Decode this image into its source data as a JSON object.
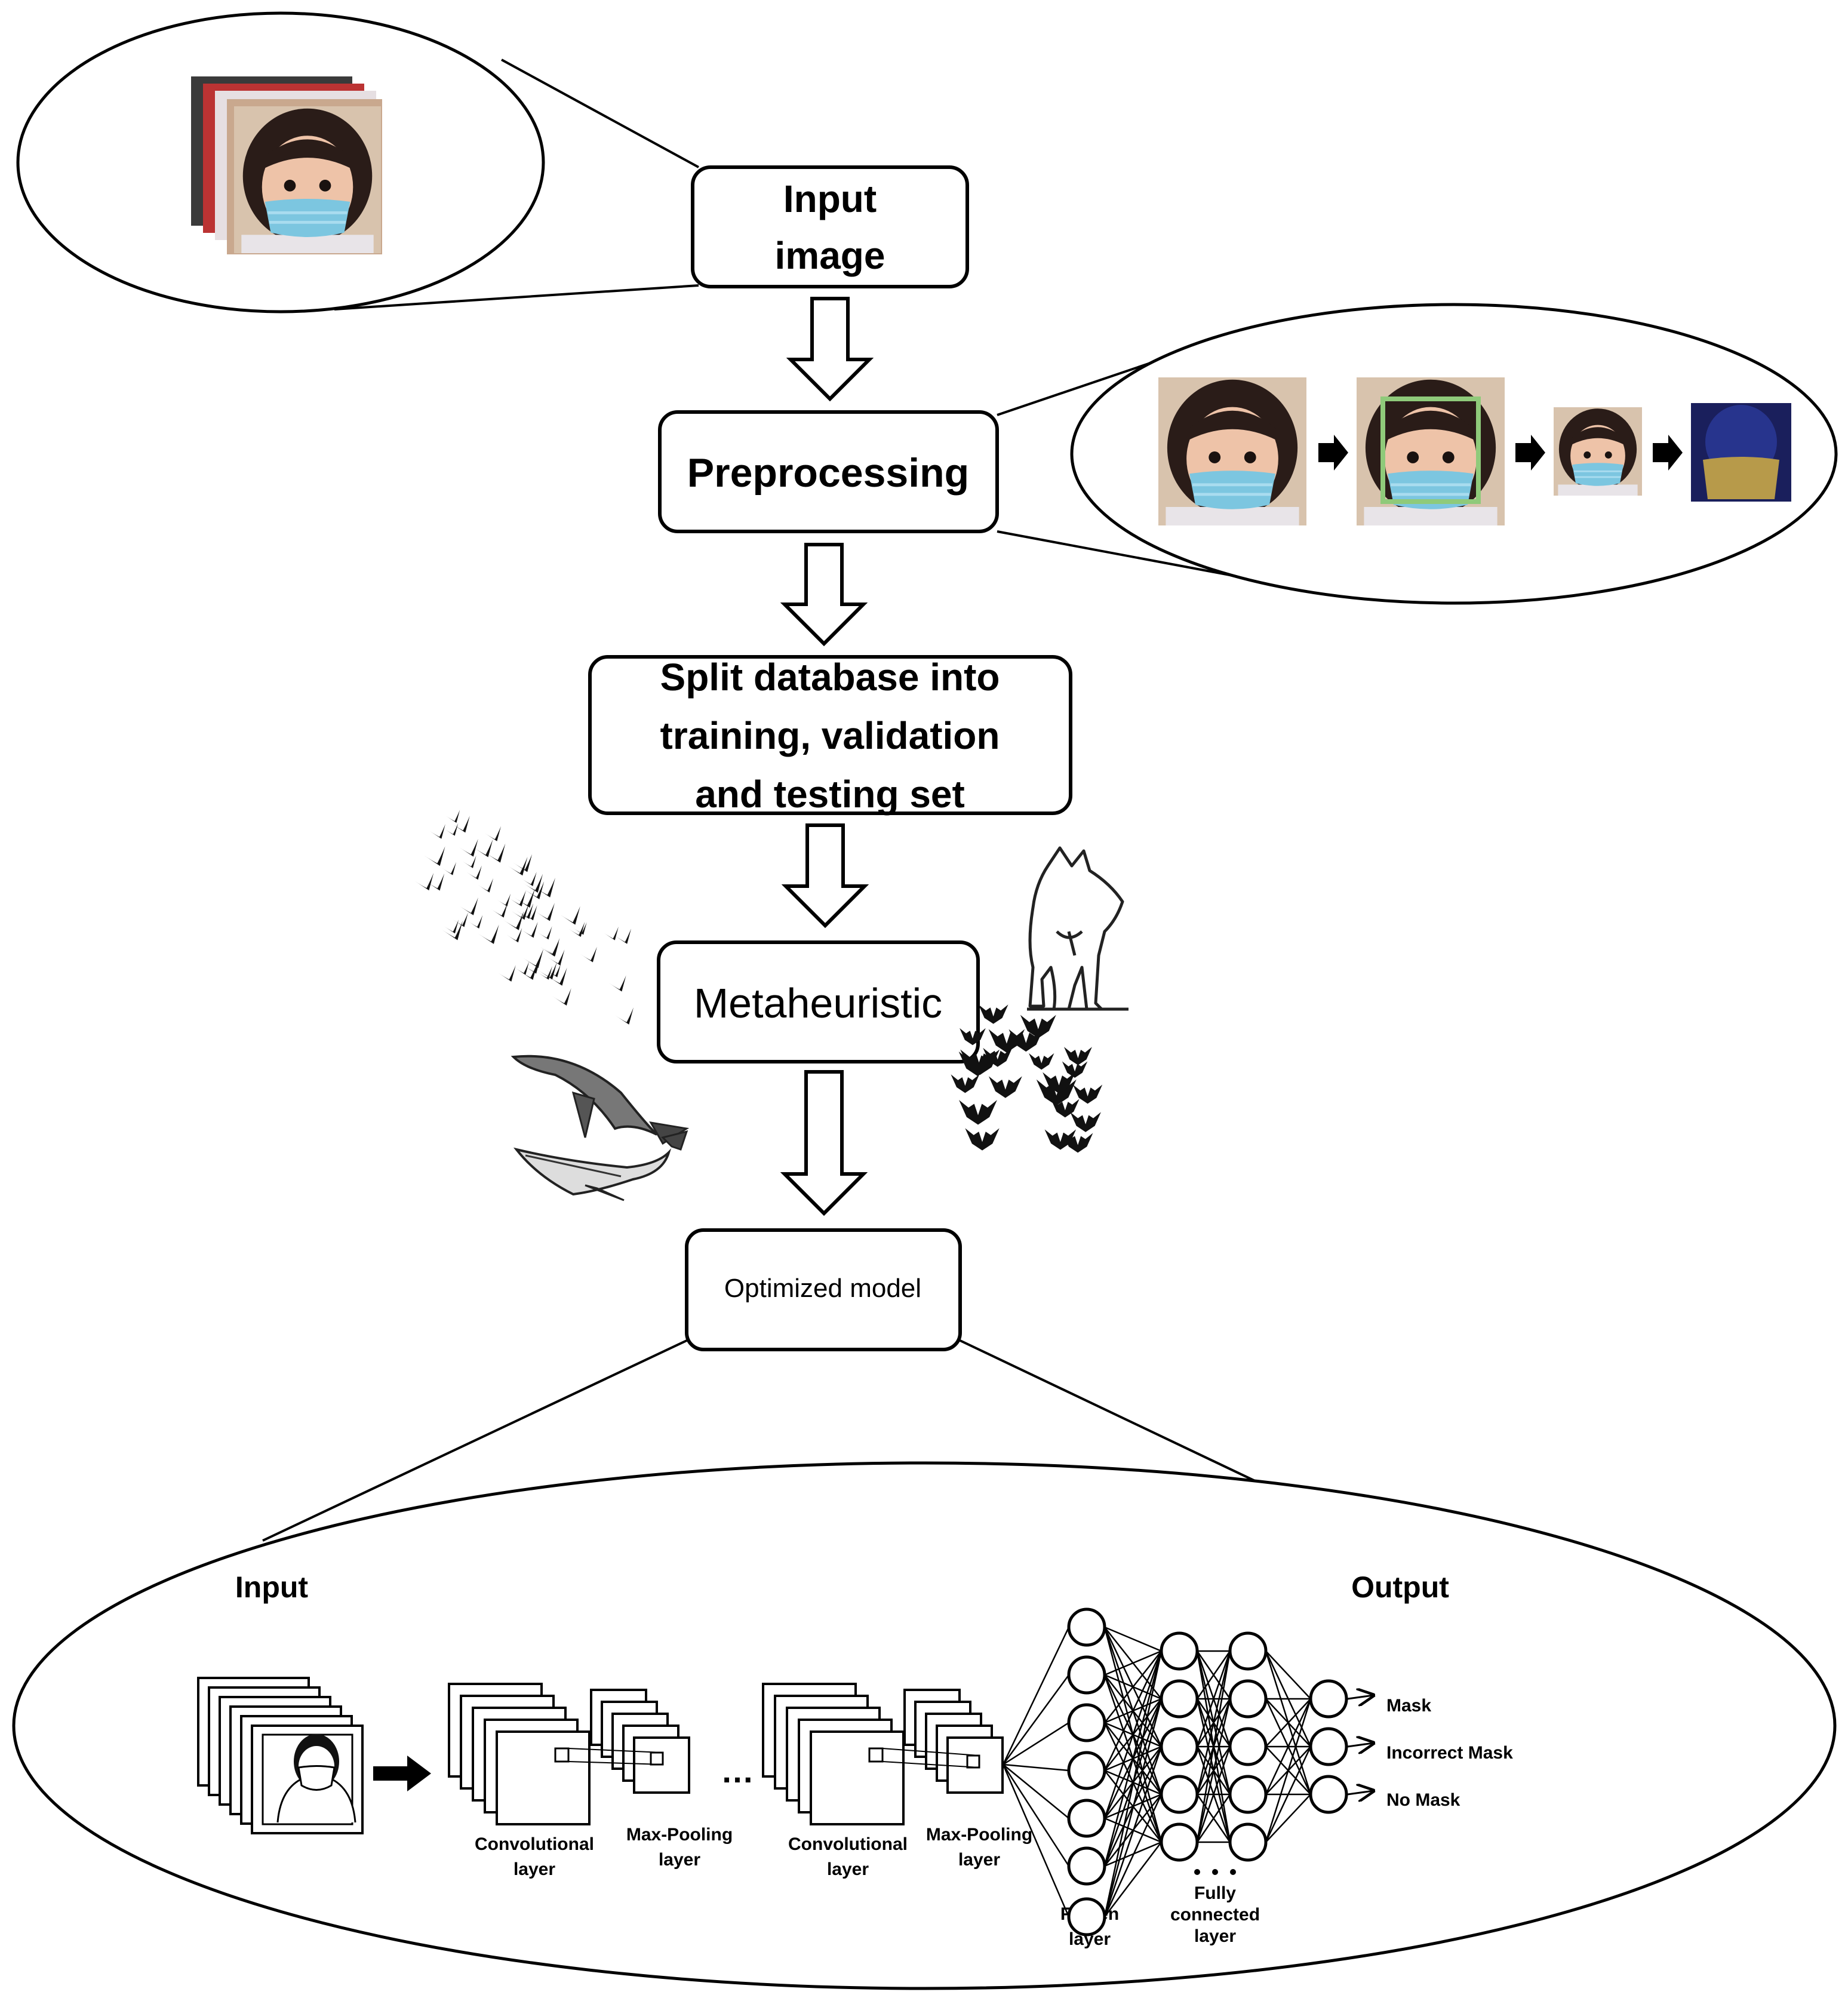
{
  "flow": {
    "input_image": [
      "Input",
      "image"
    ],
    "preprocessing": "Preprocessing",
    "split": [
      "Split database into",
      "training, validation",
      "and testing set"
    ],
    "metaheuristic": "Metaheuristic",
    "optimized": "Optimized model"
  },
  "cnn": {
    "input_title": "Input",
    "output_title": "Output",
    "conv1": [
      "Convolutional",
      "layer"
    ],
    "pool1": [
      "Max-Pooling",
      "layer"
    ],
    "conv2": [
      "Convolutional",
      "layer"
    ],
    "pool2": [
      "Max-Pooling",
      "layer"
    ],
    "flatten": [
      "Flatten",
      "layer"
    ],
    "fc": [
      "Fully",
      "connected",
      "layer"
    ],
    "ellipsis": "…",
    "outputs": [
      "Mask",
      "Incorrect Mask",
      "No Mask"
    ]
  },
  "colors": {
    "mask_blue": "#7cc6e0",
    "skin": "#eec3a8",
    "hair": "#2a1c18",
    "bg_beige": "#d8c3ad",
    "bbox_green": "#8fca7a",
    "dark_blue": "#1a1f5c",
    "dark_yellow": "#b79a4a"
  },
  "icons": [
    "face-photo-icon",
    "birds-icon",
    "whales-icon",
    "wolf-icon",
    "bats-icon",
    "masked-person-icon"
  ]
}
